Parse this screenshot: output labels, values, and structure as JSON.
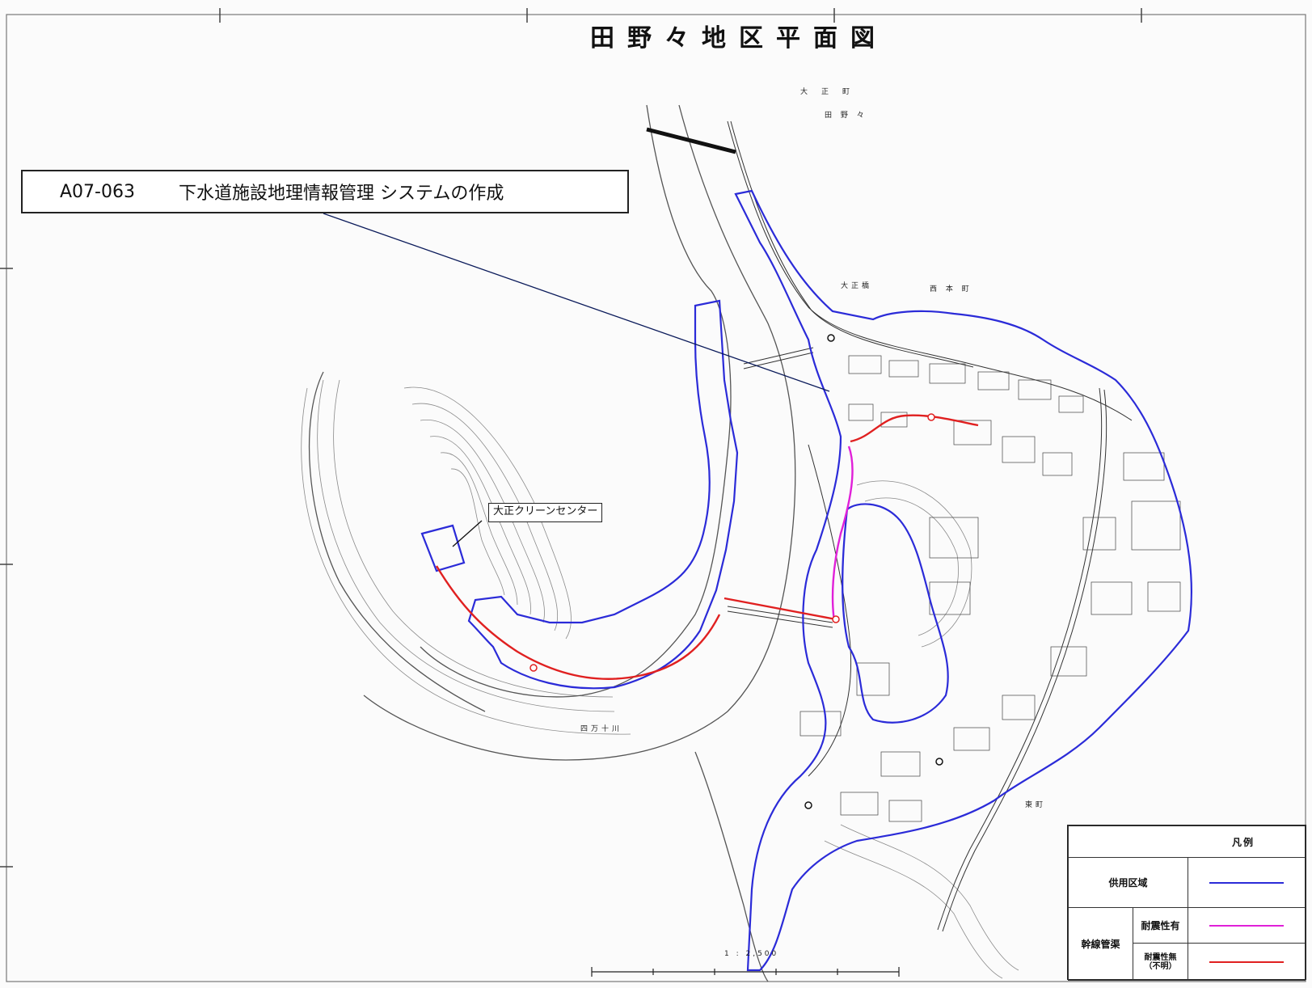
{
  "title": "田野々地区平面図",
  "callout": {
    "code": "A07-063",
    "text": "下水道施設地理情報管理 システムの作成"
  },
  "facility_label": "大正クリーンセンター",
  "map_labels": [
    {
      "key": "town",
      "text": "大　正　町"
    },
    {
      "key": "area",
      "text": "田 野 々"
    },
    {
      "key": "bridge",
      "text": "大正橋"
    },
    {
      "key": "ward",
      "text": "西 本 町"
    },
    {
      "key": "river",
      "text": "四万十川"
    },
    {
      "key": "east",
      "text": "東町"
    }
  ],
  "scale": "1 : 2,500",
  "legend": {
    "title": "凡例",
    "rows": [
      {
        "group": "供用区域",
        "label": "",
        "color": "#2b2bd8"
      },
      {
        "group": "幹線管渠",
        "label": "耐震性有",
        "color": "#e020d8"
      },
      {
        "group": "幹線管渠",
        "label": "耐震性無\n（不明）",
        "color": "#e02020"
      }
    ]
  },
  "colors": {
    "service_area": "#2b2bd8",
    "pipe_seismic": "#e020d8",
    "pipe_non_seismic": "#e02020",
    "linework": "#555555"
  }
}
